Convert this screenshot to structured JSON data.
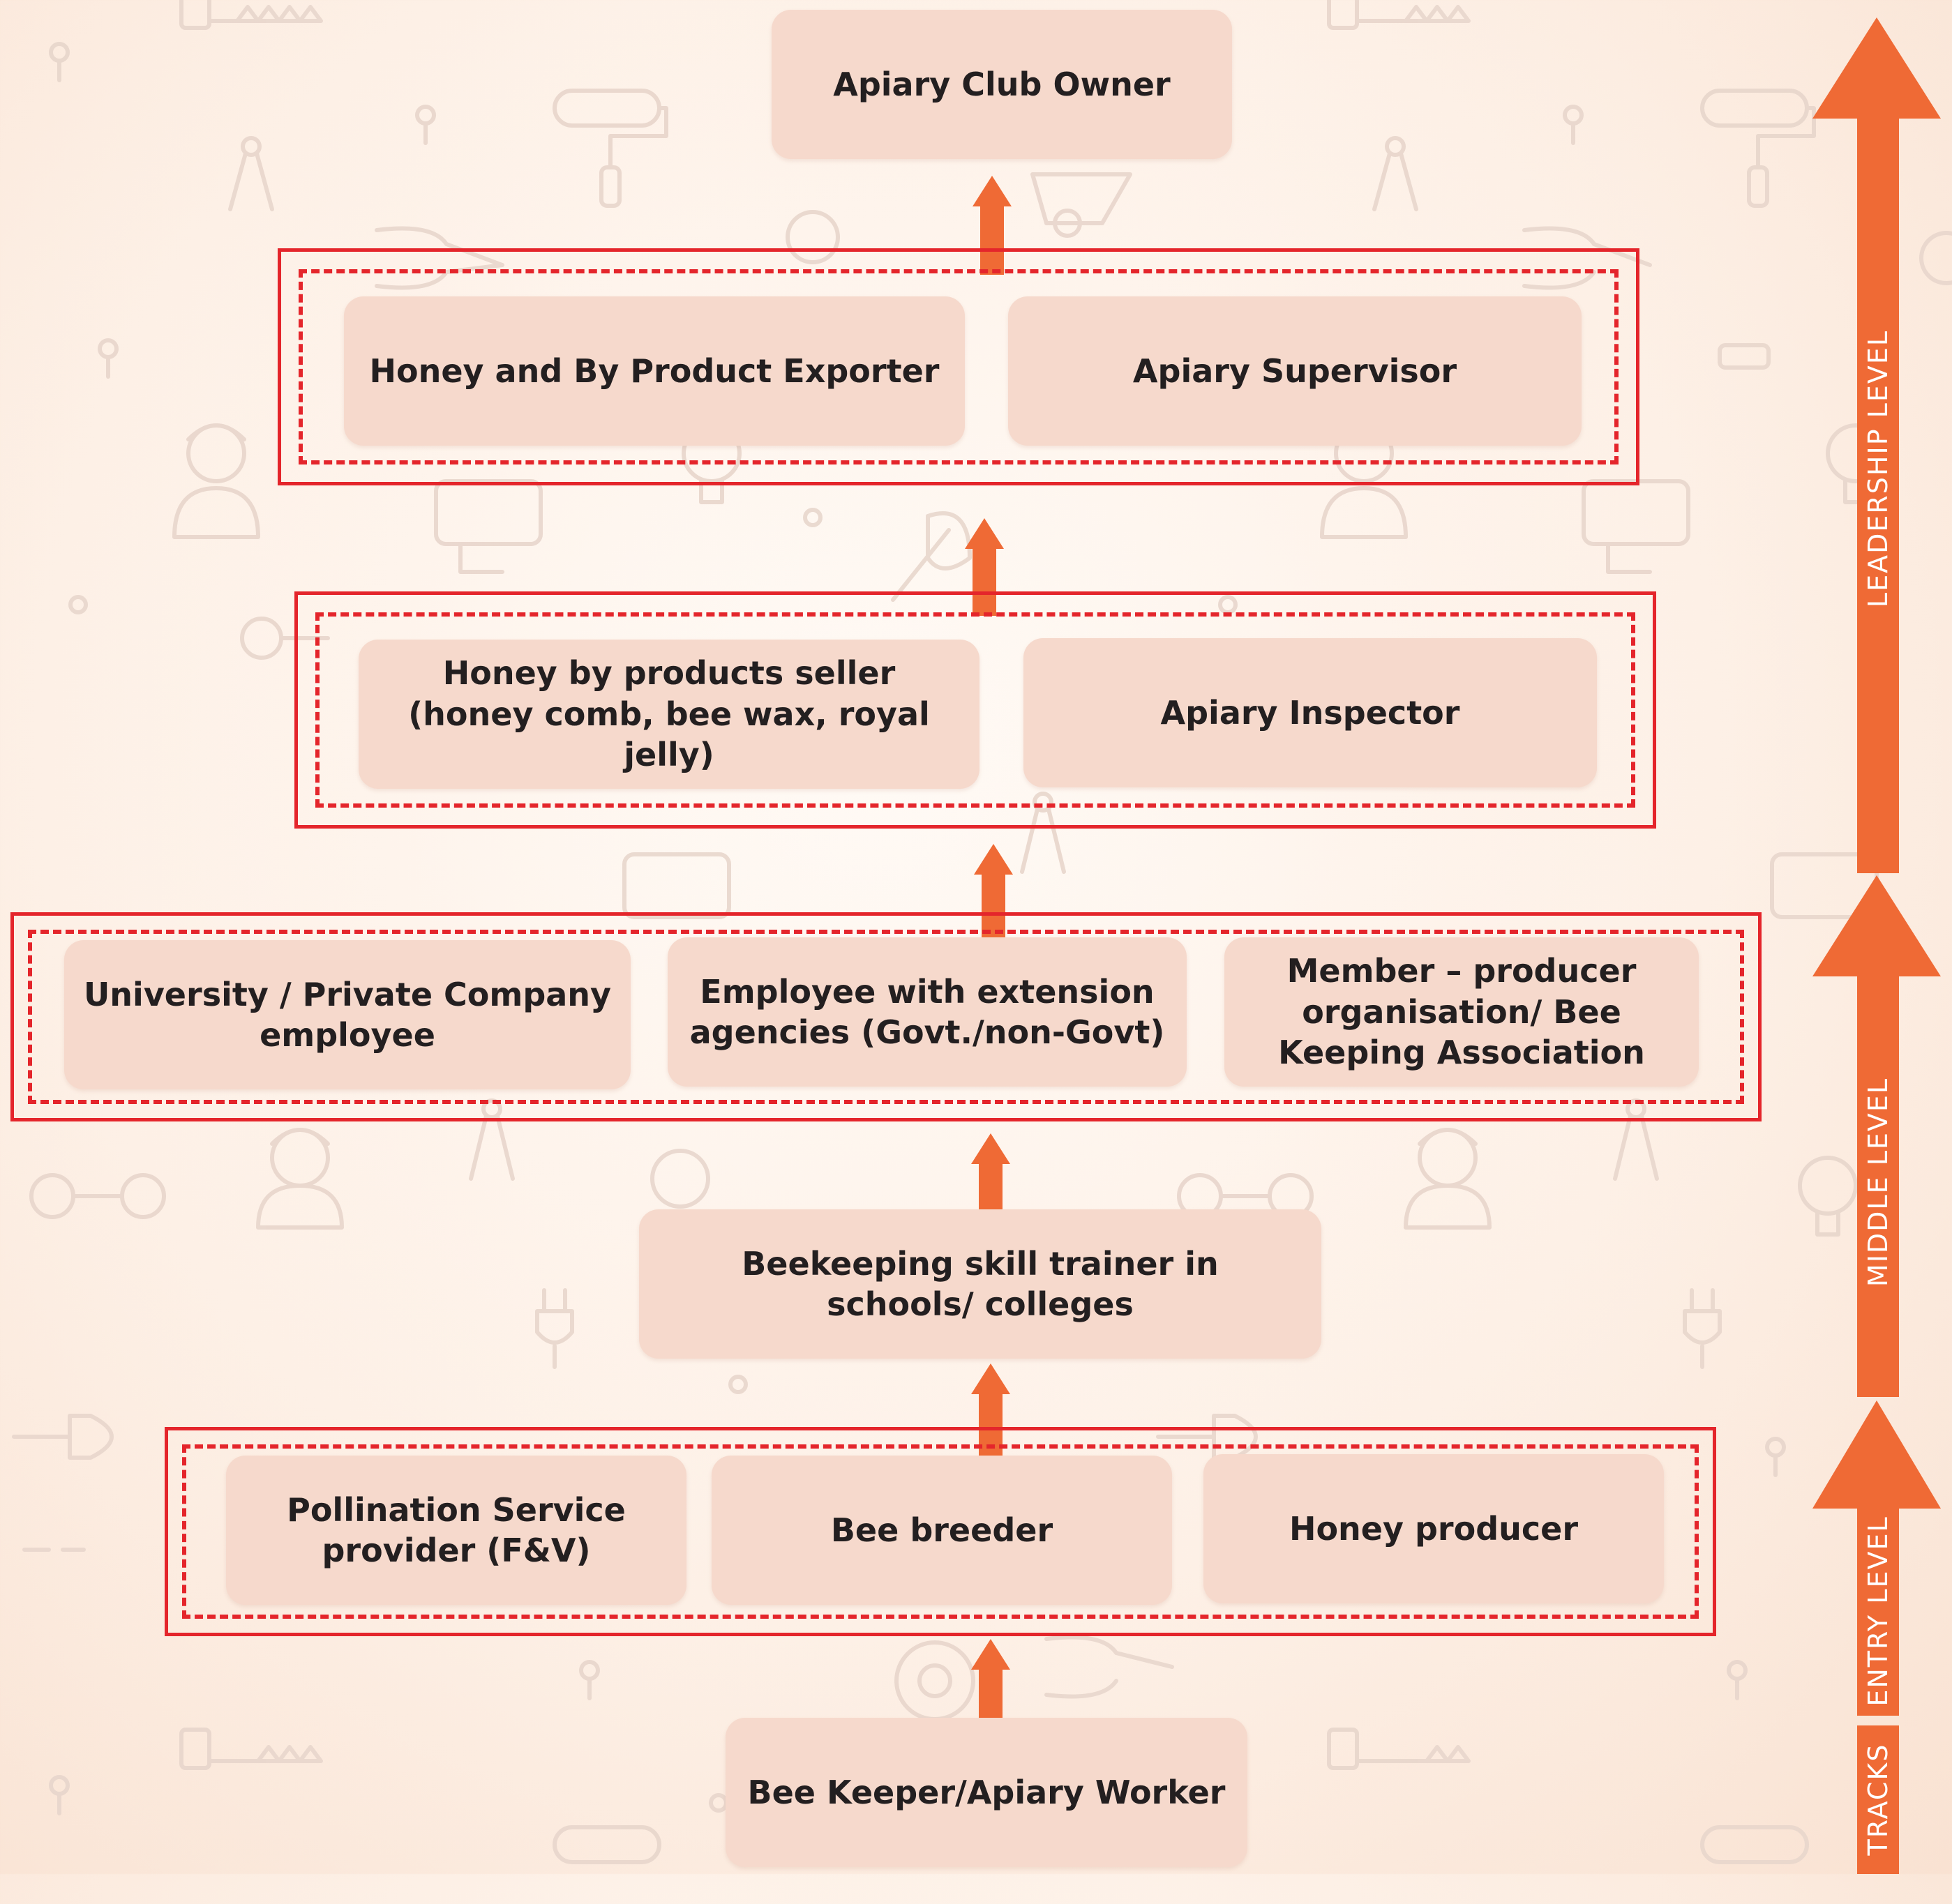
{
  "colors": {
    "box_fill": "#f6d9cc",
    "group_border": "#e4252b",
    "arrow": "#ef6a35",
    "text": "#231f20",
    "background": "#fdf0e6"
  },
  "top": {
    "owner": "Apiary Club Owner"
  },
  "leadership_group": {
    "left": "Honey and By Product Exporter",
    "right": "Apiary Supervisor"
  },
  "upper_middle_group": {
    "left": "Honey by products seller\n(honey comb, bee wax, royal jelly)",
    "right": "Apiary Inspector"
  },
  "middle_group": {
    "left": "University / Private Company\nemployee",
    "center": "Employee with extension\nagencies (Govt./non-Govt)",
    "right": "Member – producer\norganisation/ Bee\nKeeping Association"
  },
  "trainer": "Beekeeping skill trainer in\nschools/ colleges",
  "entry_group": {
    "left": "Pollination Service\nprovider (F&V)",
    "center": "Bee breeder",
    "right": "Honey producer"
  },
  "base": "Bee Keeper/Apiary Worker",
  "levels": {
    "leadership": "LEADERSHIP LEVEL",
    "middle": "MIDDLE LEVEL",
    "entry": "ENTRY LEVEL",
    "tracks": "TRACKS"
  },
  "background_icons": [
    "saw-icon",
    "paint-roller-icon",
    "compass-icon",
    "wrench-icon",
    "worker-icon",
    "drill-icon",
    "bulb-icon",
    "plug-icon",
    "shovel-icon",
    "pliers-icon",
    "gear-icon",
    "wheelbarrow-icon",
    "pin-icon"
  ]
}
